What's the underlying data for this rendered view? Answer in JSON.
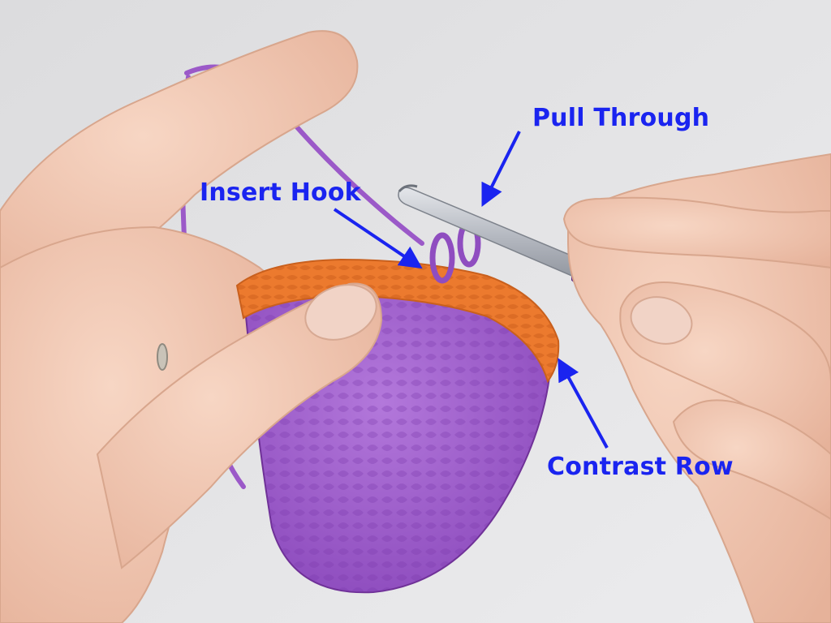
{
  "annotations": {
    "pull_through": "Pull Through",
    "insert_hook": "Insert Hook",
    "contrast_row": "Contrast Row"
  },
  "colors": {
    "annotation": "#1a24f0",
    "background": "#e4e4e6",
    "skin": "#f2c9b4",
    "skin_shadow": "#dba991",
    "yarn_main": "#9b59c8",
    "yarn_dark": "#7d3fae",
    "yarn_contrast": "#ec7a2e",
    "hook_metal": "#b8bcc4",
    "hook_handle": "#8a3fc0"
  },
  "icons": {
    "arrow": "arrow-icon"
  }
}
